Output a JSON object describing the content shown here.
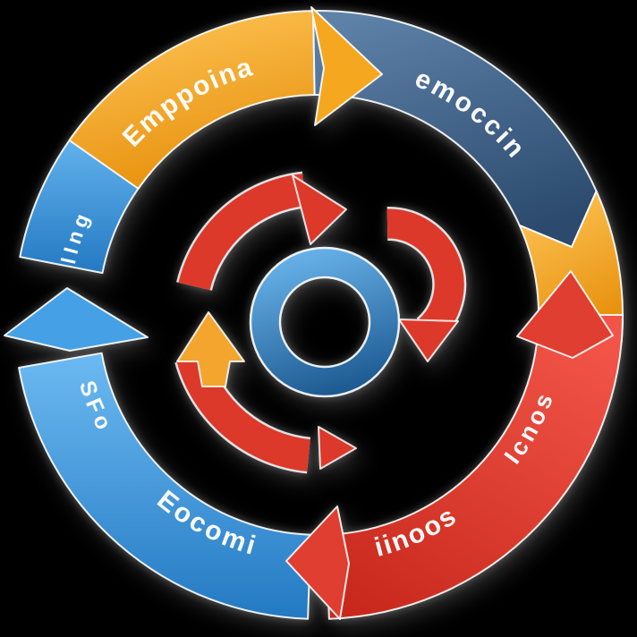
{
  "diagram": {
    "type": "circular-cycle-diagram",
    "background": "#000000",
    "labels": {
      "top_left": "Emppoina",
      "top_right": "emoccin",
      "right": "Icnos",
      "bottom_right": "iinoos",
      "bottom_left": "Eocomi",
      "left": "SFo",
      "upper_left": "lIng"
    },
    "colors": {
      "yellow_light": "#FFC85C",
      "yellow_dark": "#E8920E",
      "yellow_arrow": "#F5A71F",
      "navy_light": "#5E81A8",
      "navy_dark": "#2B4A6D",
      "red_light": "#F25548",
      "red_dark": "#C9291D",
      "red_arrow": "#E03E30",
      "blue_light": "#6CBAF2",
      "blue_dark": "#2379C2",
      "blue_arrow": "#45A0E6",
      "donut_light": "#6AB5EC",
      "donut_dark": "#1B578F",
      "center_red": "#DC392B",
      "center_yellow": "#F3A52E",
      "text": "#FFFFFF",
      "outline": "#FFFFFF"
    },
    "center_icons": [
      "cycle-arrows-icon",
      "blue-ring-icon",
      "small-up-arrow-icon"
    ]
  }
}
